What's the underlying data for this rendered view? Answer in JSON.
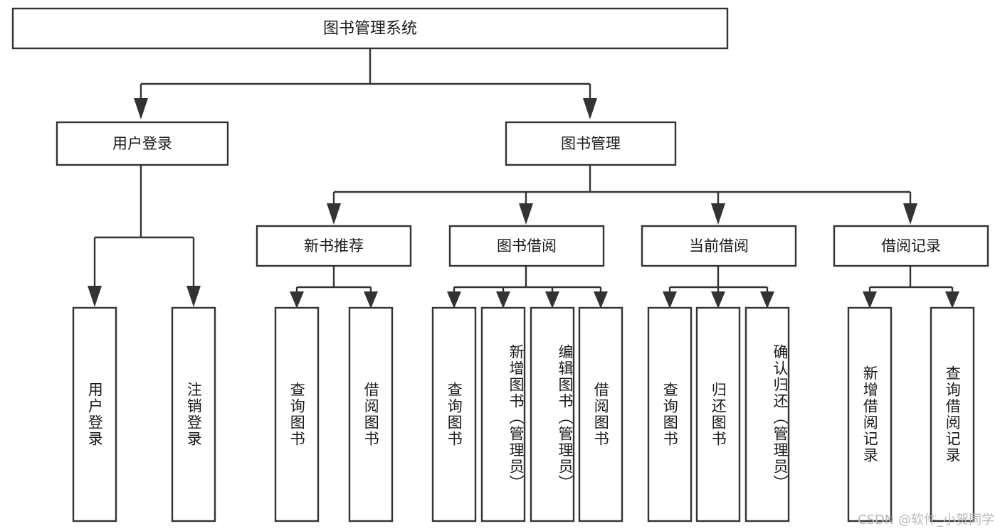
{
  "diagram": {
    "title": "图书管理系统",
    "type": "tree",
    "orientation": "top-down",
    "colors": {
      "box_fill": "#ffffff",
      "box_stroke": "#333333",
      "text": "#1a1a1a",
      "watermark": "#b9b9b9",
      "background": "#ffffff"
    },
    "root": {
      "label": "图书管理系统"
    },
    "level2": [
      {
        "label": "用户登录"
      },
      {
        "label": "图书管理"
      }
    ],
    "level3": [
      {
        "label": "新书推荐"
      },
      {
        "label": "图书借阅"
      },
      {
        "label": "当前借阅"
      },
      {
        "label": "借阅记录"
      }
    ],
    "leaves": {
      "user_login": [
        {
          "label": "用户登录"
        },
        {
          "label": "注销登录"
        }
      ],
      "new_book_recommend": [
        {
          "label": "查询图书"
        },
        {
          "label": "借阅图书"
        }
      ],
      "book_borrow": [
        {
          "label": "查询图书"
        },
        {
          "label": "新增图书（管理员）"
        },
        {
          "label": "编辑图书（管理员）"
        },
        {
          "label": "借阅图书"
        }
      ],
      "current_borrow": [
        {
          "label": "查询图书"
        },
        {
          "label": "归还图书"
        },
        {
          "label": "确认归还（管理员）"
        }
      ],
      "borrow_record": [
        {
          "label": "新增借阅记录"
        },
        {
          "label": "查询借阅记录"
        }
      ]
    },
    "watermark": "CSDN @软件_小贺同学"
  }
}
